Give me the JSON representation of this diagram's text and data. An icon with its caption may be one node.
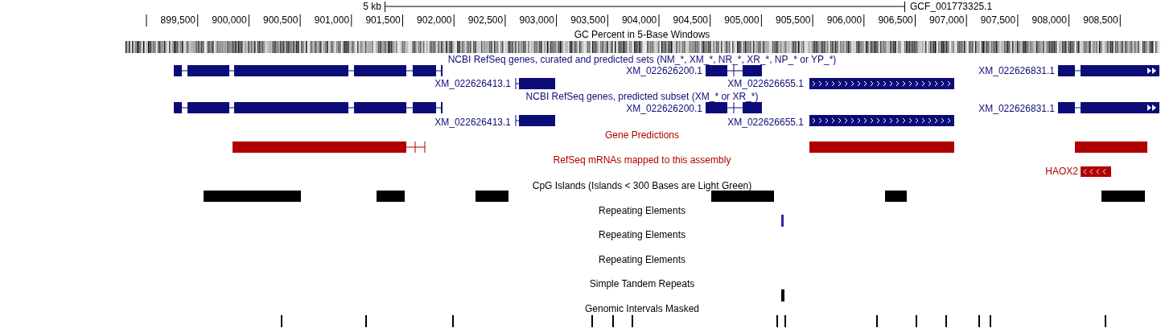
{
  "diagram": {
    "labels": [
      "5 kb",
      "GCF_001773325.1",
      "899,500",
      "900,000",
      "900,500",
      "901,000",
      "901,500",
      "902,000",
      "902,500",
      "903,000",
      "903,500",
      "904,000",
      "904,500",
      "905,000",
      "905,500",
      "906,000",
      "906,500",
      "907,000",
      "907,500",
      "908,000",
      "908,500",
      "GC Percent in 5-Base Windows",
      "NCBI RefSeq genes, curated and predicted sets (NM_*, XM_*, NR_*, XR_*, NP_* or YP_*)",
      "XM_022626200.1",
      "XM_022626831.1",
      "XM_022626413.1",
      "XM_022626655.1",
      "NCBI RefSeq genes, predicted subset (XM_* or XR_*)",
      "XM_022626200.1",
      "XM_022626831.1",
      "XM_022626413.1",
      "XM_022626655.1",
      "Gene Predictions",
      "RefSeq mRNAs mapped to this assembly",
      "HAOX2",
      "CpG Islands (Islands < 300 Bases are Light Green)",
      "Repeating Elements",
      "Repeating Elements",
      "Repeating Elements",
      "Simple Tandem Repeats",
      "Genomic Intervals Masked"
    ]
  }
}
